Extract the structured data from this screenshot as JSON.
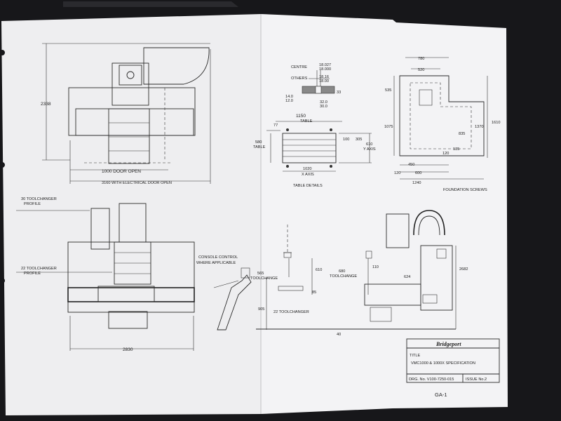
{
  "drawing": {
    "plan_view": {
      "height_dim": "2338",
      "door_open_dim": "1000 DOOR OPEN",
      "electrical_door_dim": "3160 WITH ELECTRICAL DOOR OPEN"
    },
    "table_section": {
      "centre_label": "CENTRE",
      "centre_values": [
        "18.027",
        "18.000"
      ],
      "others_label": "OTHERS",
      "others_values": [
        "18.16",
        "18.00"
      ],
      "left_values": [
        "14.0",
        "12.0"
      ],
      "right_value": "33",
      "bottom_values": [
        "32.0",
        "30.0"
      ]
    },
    "table_details": {
      "table_length": "1150",
      "table_label": "TABLE",
      "left_dim": "77",
      "width_dim": "580",
      "width_label": "TABLE",
      "dim_100": "100",
      "dim_305": "305",
      "y_axis_dim": "610",
      "y_axis_label": "Y AXIS",
      "x_axis_dim": "1020",
      "x_axis_label": "X AXIS",
      "caption": "TABLE DETAILS"
    },
    "foundation": {
      "top_dim_1": "780",
      "top_dim_2": "520",
      "left_dim_1": "535",
      "left_dim_2": "1075",
      "right_dim_1": "1610",
      "right_dim_2": "1370",
      "right_dim_3": "835",
      "right_dim_4": "135",
      "inner_dim": "120",
      "bottom_dim_1": "450",
      "bottom_dim_2": "120",
      "bottom_dim_3": "600",
      "bottom_dim_4": "1240",
      "caption": "FOUNDATION SCREWS"
    },
    "front_view": {
      "toolchanger_30_line1": "30 TOOLCHANGER",
      "toolchanger_30_line2": "PROFILE",
      "toolchanger_22_line1": "22 TOOLCHANGER",
      "toolchanger_22_line2": "PROFILE",
      "width_dim": "2830"
    },
    "console": {
      "line1": "CONSOLE CONTROL",
      "line2": "WHERE APPLICABLE"
    },
    "side_view": {
      "dim_565": "565",
      "toolchange_label_1": "TOOLCHANGE",
      "dim_610": "610",
      "dim_680": "680",
      "toolchange_label_2": "TOOLCHANGE",
      "dim_85": "85",
      "dim_905": "905",
      "toolchanger_22": "22 TOOLCHANGER",
      "dim_40": "40",
      "dim_110": "110",
      "dim_624": "624",
      "height_dim": "2682"
    },
    "title_block": {
      "brand": "Bridgeport",
      "title_label": "TITLE",
      "title_value": "VMC1000 & 1000X SPECIFICATION",
      "drawing_number": "DRG. No. V100-7250-015",
      "issue": "ISSUE No.2",
      "sheet_label": "GA-1"
    }
  },
  "colors": {
    "background": "#17171a",
    "paper": "#f1f1f3",
    "ink": "#222222"
  }
}
